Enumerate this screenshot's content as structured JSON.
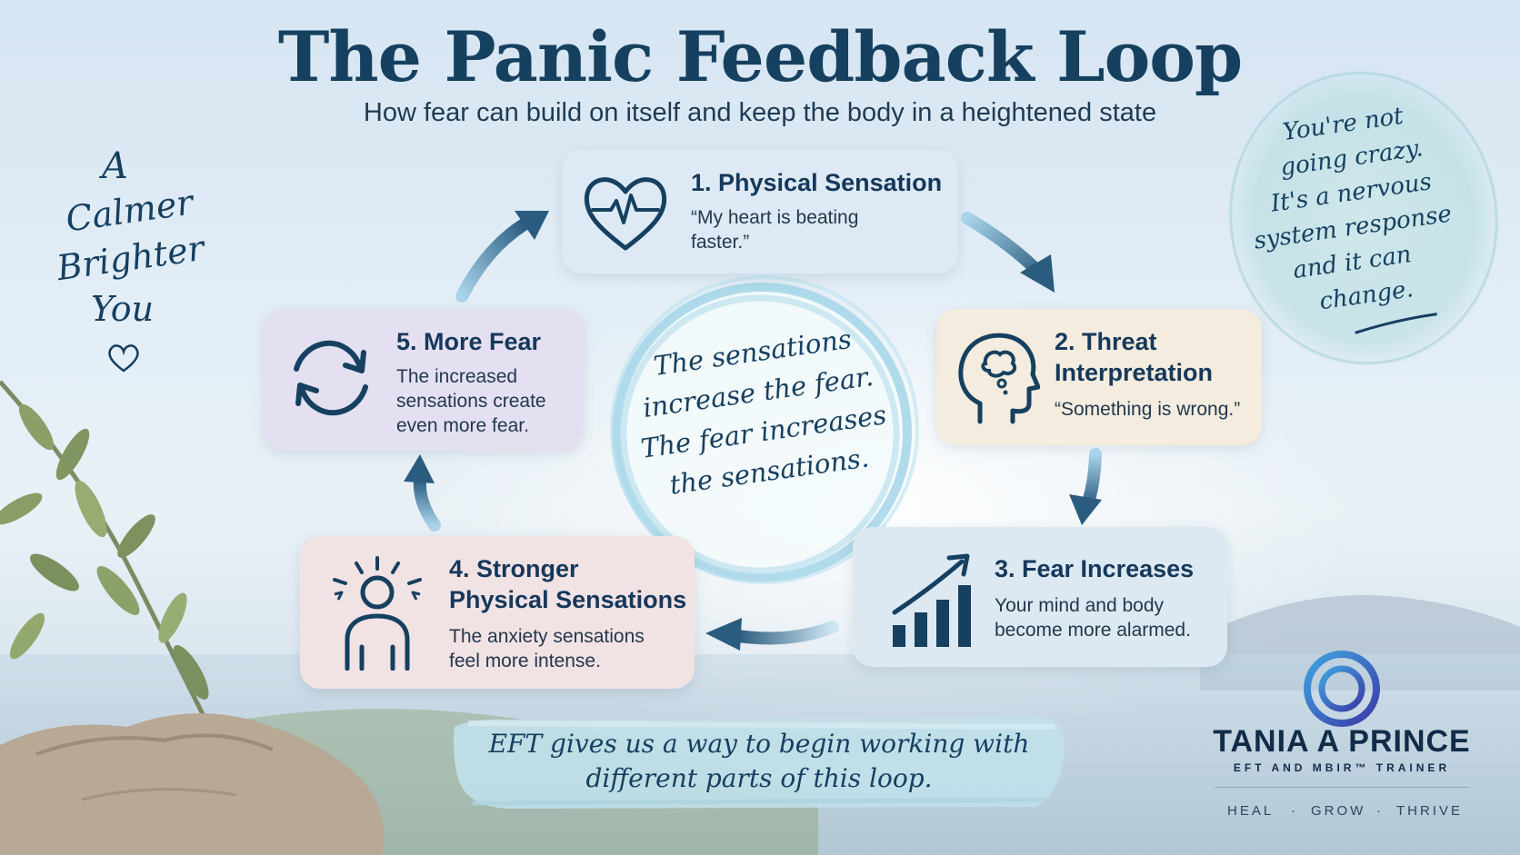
{
  "title": "The Panic Feedback Loop",
  "subtitle": "How fear can build on itself and keep the body in a heightened state",
  "side_note": {
    "lines": [
      "A",
      "Calmer",
      "Brighter",
      "You"
    ]
  },
  "quote": {
    "lines": [
      "You're not",
      "going crazy.",
      "It's a nervous",
      "system response",
      "and it can",
      "change."
    ]
  },
  "center": {
    "lines": [
      "The sensations",
      "increase the fear.",
      "The fear increases",
      "the sensations."
    ]
  },
  "steps": [
    {
      "heading_lines": [
        "1. Physical Sensation"
      ],
      "desc_lines": [
        "“My heart is beating",
        "faster.”"
      ],
      "icon": "heart-pulse-icon"
    },
    {
      "heading_lines": [
        "2. Threat",
        "Interpretation"
      ],
      "desc_lines": [
        "“Something is wrong.”"
      ],
      "icon": "head-thought-icon"
    },
    {
      "heading_lines": [
        "3. Fear Increases"
      ],
      "desc_lines": [
        "Your mind and body",
        "become more alarmed."
      ],
      "icon": "rising-bars-icon"
    },
    {
      "heading_lines": [
        "4. Stronger",
        "Physical Sensations"
      ],
      "desc_lines": [
        "The anxiety sensations",
        "feel more intense."
      ],
      "icon": "person-alarm-icon"
    },
    {
      "heading_lines": [
        "5. More Fear"
      ],
      "desc_lines": [
        "The increased",
        "sensations create",
        "even more fear."
      ],
      "icon": "cycle-arrows-icon"
    }
  ],
  "banner": {
    "lines": [
      "EFT gives us a way to begin working with",
      "different parts of this loop."
    ]
  },
  "brand": {
    "name": "TANIA A PRINCE",
    "tagline": "EFT AND MBIR™ TRAINER",
    "motto": [
      "HEAL",
      "·",
      "GROW",
      "·",
      "THRIVE"
    ]
  },
  "colors": {
    "navy": "#16405f",
    "card_blue": "#dde9f4",
    "card_cream": "#f3ecdf",
    "card_lilac": "#e4e0f2",
    "card_pink": "#f1e2e4",
    "arrow_start": "#a9d4ea",
    "arrow_end": "#2a5c80"
  }
}
